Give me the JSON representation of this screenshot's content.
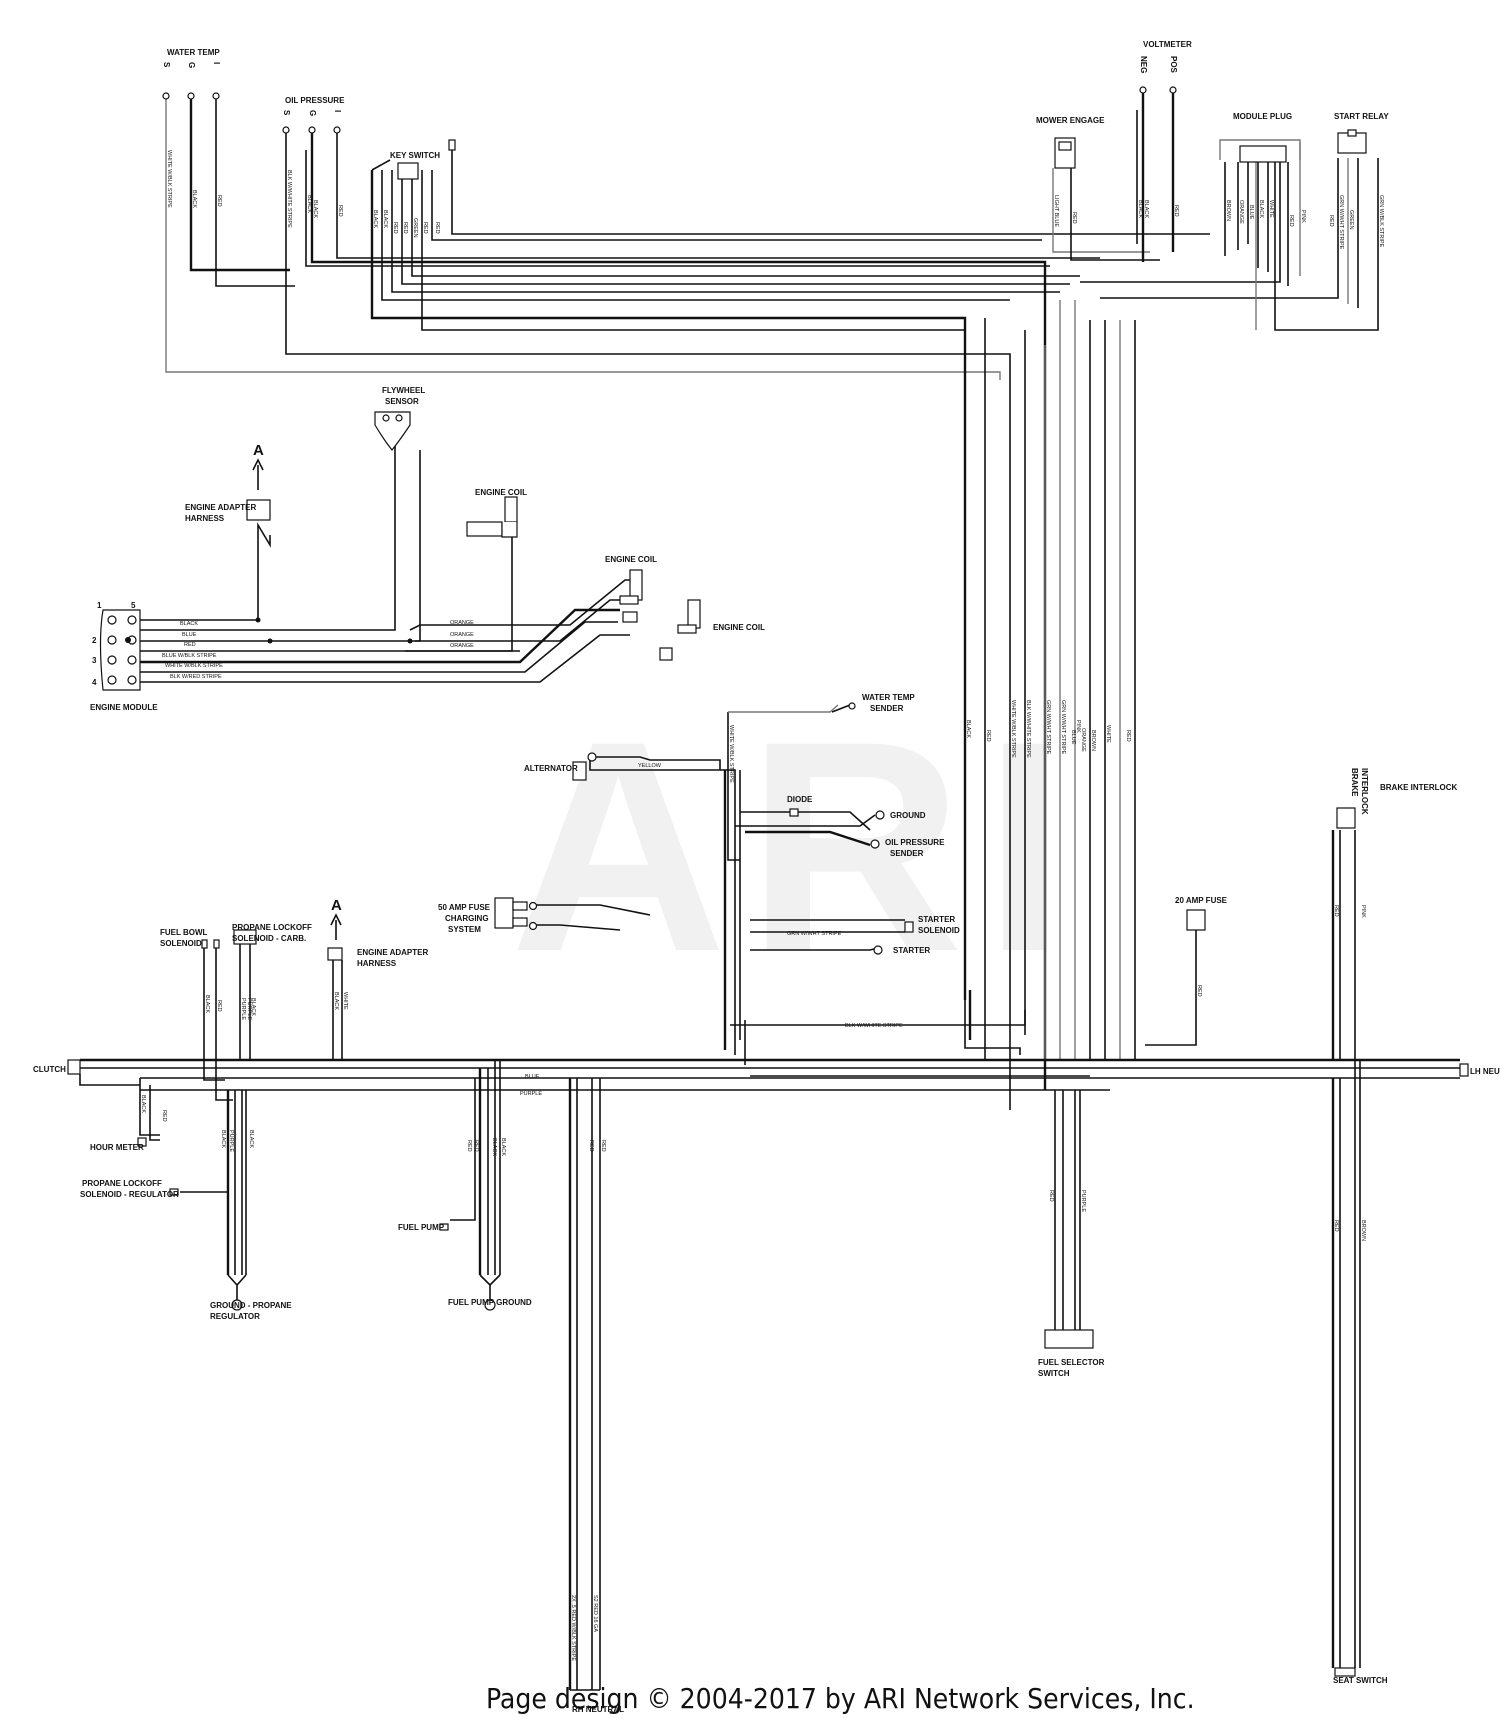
{
  "components": {
    "water_temp": "WATER TEMP",
    "oil_pressure": "OIL PRESSURE",
    "key_switch": "KEY SWITCH",
    "voltmeter": "VOLTMETER",
    "mower_engage": "MOWER ENGAGE",
    "module_plug": "MODULE PLUG",
    "start_relay": "START RELAY",
    "flywheel_sensor": [
      "FLYWHEEL",
      "SENSOR"
    ],
    "engine_adapter_harness_top": [
      "ENGINE ADAPTER",
      "HARNESS"
    ],
    "engine_coil_1": "ENGINE COIL",
    "engine_coil_2": "ENGINE COIL",
    "engine_coil_3": "ENGINE COIL",
    "engine_module": "ENGINE MODULE",
    "water_temp_sender": [
      "WATER TEMP",
      "SENDER"
    ],
    "alternator": "ALTERNATOR",
    "diode": "DIODE",
    "ground": "GROUND",
    "oil_pressure_sender": [
      "OIL PRESSURE",
      "SENDER"
    ],
    "fuse_50": [
      "50 AMP FUSE",
      "CHARGING",
      "SYSTEM"
    ],
    "starter_solenoid": [
      "STARTER",
      "SOLENOID"
    ],
    "starter": "STARTER",
    "fuse_20": "20 AMP FUSE",
    "brake_interlock": "BRAKE INTERLOCK",
    "fuel_bowl_solenoid": [
      "FUEL BOWL",
      "SOLENOID"
    ],
    "propane_lockoff_carb": [
      "PROPANE LOCKOFF",
      "SOLENOID - CARB."
    ],
    "engine_adapter_harness_bottom": [
      "ENGINE ADAPTER",
      "HARNESS"
    ],
    "clutch": "CLUTCH",
    "lh_neutral": "LH NEUTR",
    "hour_meter": "HOUR METER",
    "propane_lockoff_regulator": [
      "PROPANE LOCKOFF",
      "SOLENOID - REGULATOR"
    ],
    "fuel_pump": "FUEL PUMP",
    "ground_propane": [
      "GROUND - PROPANE",
      "REGULATOR"
    ],
    "fuel_pump_ground": "FUEL PUMP GROUND",
    "fuel_selector_switch": [
      "FUEL SELECTOR",
      "SWITCH"
    ],
    "seat_switch": "SEAT SWITCH",
    "rh_neutral": "RH NEUTRAL"
  },
  "markers": {
    "A1": "A",
    "A2": "A",
    "brake_vertical": [
      "BRAKE",
      "INTERLOCK"
    ]
  },
  "terminals": {
    "water_temp": [
      "S",
      "G",
      "I"
    ],
    "oil_pressure": [
      "S",
      "G",
      "I"
    ],
    "voltmeter": [
      "NEG",
      "POS"
    ],
    "engine_module_pins": [
      "1",
      "5",
      "2",
      "3",
      "4"
    ]
  },
  "wire_labels": {
    "wt_white": "WHITE W/BLK STRIPE",
    "wt_black": "BLACK",
    "wt_red": "RED",
    "op_blkwhite": "BLK W/WHITE STRIPE",
    "op_black1": "BLACK",
    "op_black2": "BLACK",
    "op_red": "RED",
    "ks_black1": "BLACK",
    "ks_black2": "BLACK",
    "ks_red1": "RED",
    "ks_red2": "RED",
    "ks_green": "GREEN",
    "ks_red3": "RED",
    "ks_red4": "RED",
    "me_lightblue": "LIGHT BLUE",
    "me_red": "RED",
    "vm_black1": "BLACK",
    "vm_black2": "BLACK",
    "vm_red": "RED",
    "mp_brown": "BROWN",
    "mp_orange": "ORANGE",
    "mp_blue": "BLUE",
    "mp_black": "BLACK",
    "mp_white": "WHITE",
    "mp_red": "RED",
    "mp_pink": "PINK",
    "sr_grnwhite": "GRN W/WHT STRIPE",
    "sr_green": "GREEN",
    "sr_red": "RED",
    "sr_grnblk": "GRN W/BLK STRIPE",
    "em_black": "BLACK",
    "em_blue": "BLUE",
    "em_red": "RED",
    "em_blueblk": "BLUE W/BLK STRIPE",
    "em_whiteblk": "WHITE W/BLK STRIPE",
    "em_blkred": "BLK W/RED STRIPE",
    "coil_orange1": "ORANGE",
    "coil_orange2": "ORANGE",
    "coil_orange3": "ORANGE",
    "tr_black": "BLACK",
    "tr_red": "RED",
    "tr_whiteblk": "WHITE W/BLK STRIPE",
    "tr_blkwhite": "BLK W/WHITE STRIPE",
    "tr_grnwhite": "GRN W/WHT STRIPE",
    "tr_grnwhite2": "GRN W/WHT STRIPE",
    "tr_blue": "BLUE",
    "tr_pink": "PINK",
    "tr_orange": "ORANGE",
    "tr_brown": "BROWN",
    "tr_white": "WHITE",
    "tr_red2": "RED",
    "wts_whiteblk": "WHITE W/BLK STRIPE",
    "alt_yellow": "YELLOW",
    "ss_grnwhite": "GRN W/WHT STRIPE",
    "bottom_blkwhite": "BLK W/WHITE STRIPE",
    "main_blue": "BLUE",
    "main_purple": "PURPLE",
    "fb_black": "BLACK",
    "fb_red": "RED",
    "pl_purple1": "PURPLE",
    "pl_purple2": "PURPLE",
    "pl_black": "BLACK",
    "eah_black": "BLACK",
    "eah_white": "WHITE",
    "hm_black": "BLACK",
    "hm_red": "RED",
    "reg_black1": "BLACK",
    "reg_black2": "BLACK",
    "reg_purple": "PURPLE",
    "fp_red1": "RED",
    "fp_red2": "RED",
    "fp_black1": "BLACK",
    "fp_black2": "BLACK",
    "rn_red1": "RED",
    "rn_red2": "RED",
    "fs_red": "RED",
    "fs_purple": "PURPLE",
    "fuse20_red": "RED",
    "bi_red": "RED",
    "bi_pink": "PINK",
    "seat_red": "RED",
    "seat_brown": "BROWN",
    "rn_long1": "2X .5 RED W/BLK STRIPE",
    "rn_long2": "S2 RED 16 GA"
  },
  "watermark": "ARI",
  "footer": "Page design © 2004-2017 by ARI Network Services, Inc."
}
